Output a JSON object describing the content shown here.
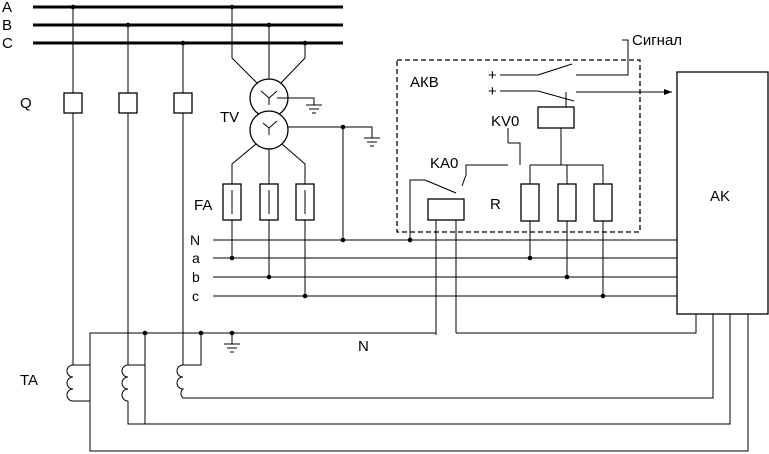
{
  "diagram": {
    "phases": {
      "a_label": "A",
      "b_label": "B",
      "c_label": "C"
    },
    "breaker_label": "Q",
    "voltage_transformer_label": "TV",
    "fuse_label": "FA",
    "neutral_bus_label": "N",
    "aux_bus_labels": {
      "a": "a",
      "b": "b",
      "c": "c"
    },
    "current_transformer_label": "TA",
    "neutral_return_label": "N",
    "akb_block_label": "АКВ",
    "plus_1": "+",
    "plus_2": "+",
    "signal_label": "Сигнал",
    "relay_kv0_label": "KV0",
    "relay_ka0_label": "KA0",
    "resistor_label": "R",
    "ak_block_label": "AK"
  }
}
